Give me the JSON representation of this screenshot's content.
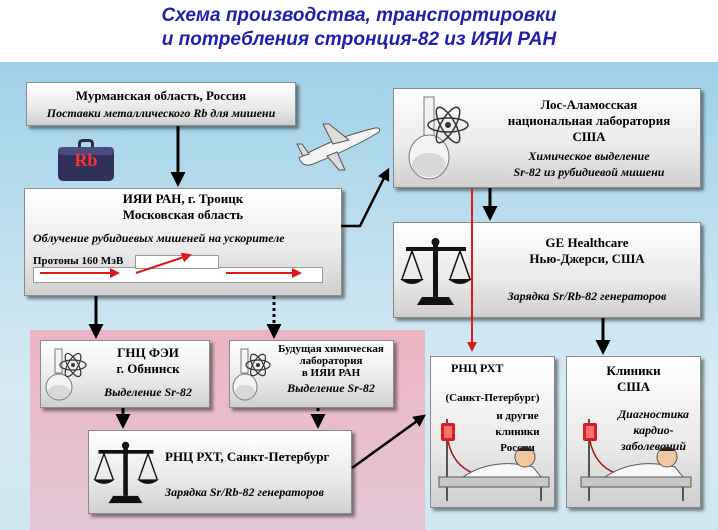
{
  "title": {
    "line1": "Схема производства, транспортировки",
    "line2": "и потребления стронция-82 из ИЯИ РАН"
  },
  "murmansk": {
    "name": "Мурманская область, Россия",
    "action": "Поставки металлического Rb для мишени"
  },
  "rb_case": {
    "label": "Rb",
    "icon": "suitcase-icon"
  },
  "plane": {
    "icon": "airplane-icon"
  },
  "inr": {
    "name1": "ИЯИ РАН, г. Троицк",
    "name2": "Московская область",
    "action": "Облучение рубидиевых мишеней на ускорителе",
    "protons": "Протоны 160 МэВ"
  },
  "los_alamos": {
    "line1": "Лос-Аламосская",
    "line2": "национальная лаборатория",
    "line3": "США",
    "action1": "Химическое выделение",
    "action2": "Sr-82 из рубидиевой мишени"
  },
  "ge": {
    "name1": "GE Healthcare",
    "name2": "Нью-Джерси, США",
    "action": "Зарядка Sr/Rb-82 генераторов"
  },
  "gnts": {
    "name1": "ГНЦ ФЭИ",
    "name2": "г. Обнинск",
    "action": "Выделение Sr-82"
  },
  "future_lab": {
    "line1": "Будущая химическая",
    "line2": "лаборатория",
    "line3": "в ИЯИ РАН",
    "action": "Выделение Sr-82"
  },
  "rnc_charge": {
    "name": "РНЦ РХТ, Санкт-Петербург",
    "action": "Зарядка Sr/Rb-82 генераторов"
  },
  "rnc_clinic": {
    "line1": "РНЦ РХТ",
    "line2": "(Санкт-Петербург)",
    "line3": "и другие",
    "line4": "клиники",
    "line5": "России"
  },
  "us_clinics": {
    "line1": "Клиники",
    "line2": "США",
    "action1": "Диагностика",
    "action2": "кардио-",
    "action3": "заболеваний"
  },
  "colors": {
    "title": "#1f1fb0",
    "red_arrow": "#e01818",
    "black_arrow": "#000000"
  }
}
